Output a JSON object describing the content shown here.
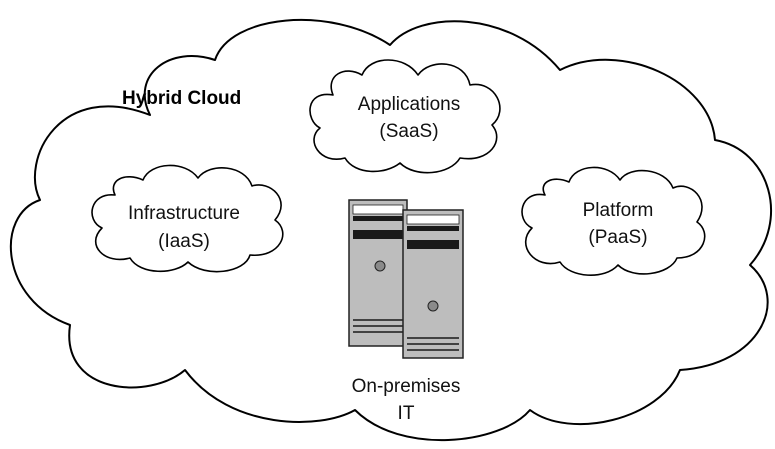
{
  "diagram": {
    "title": "Hybrid Cloud",
    "clouds": {
      "applications": {
        "line1": "Applications",
        "line2": "(SaaS)"
      },
      "infrastructure": {
        "line1": "Infrastructure",
        "line2": "(IaaS)"
      },
      "platform": {
        "line1": "Platform",
        "line2": "(PaaS)"
      }
    },
    "onprem": {
      "line1": "On-premises",
      "line2": "IT"
    },
    "icons": {
      "servers": "server-rack-icon"
    }
  }
}
